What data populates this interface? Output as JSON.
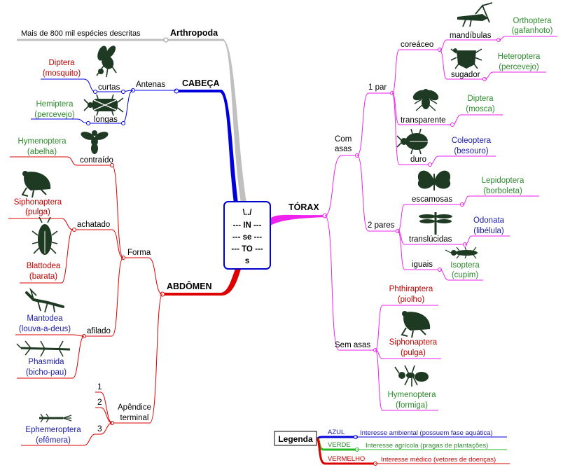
{
  "root": {
    "lines": [
      "\\../",
      "--- IN ---",
      "--- se ---",
      "--- TO ---",
      "s"
    ]
  },
  "top": {
    "arthropoda": "Arthropoda",
    "species": "Mais de 800 mil espécies descritas"
  },
  "head": {
    "title": "CABEÇA",
    "antenas": "Antenas",
    "curtas": "curtas",
    "longas": "longas",
    "diptera_order": "Diptera",
    "diptera_common": "(mosquito)",
    "hemiptera_order": "Hemiptera",
    "hemiptera_common": "(percevejo)"
  },
  "abdomen": {
    "title": "ABDÔMEN",
    "forma": "Forma",
    "contraido": "contraído",
    "achatado": "achatado",
    "afilado": "afilado",
    "hymenoptera_order": "Hymenoptera",
    "hymenoptera_common": "(abelha)",
    "siphonaptera_order": "Siphonaptera",
    "siphonaptera_common": "(pulga)",
    "blattodea_order": "Blattodea",
    "blattodea_common": "(barata)",
    "mantodea_order": "Mantodea",
    "mantodea_common": "(louva-a-deus)",
    "phasmida_order": "Phasmida",
    "phasmida_common": "(bicho-pau)",
    "apendice_1": "Apêndice",
    "apendice_2": "terminal",
    "n1": "1",
    "n2": "2",
    "n3": "3",
    "ephemeroptera_order": "Ephemeroptera",
    "ephemeroptera_common": "(efêmera)"
  },
  "thorax": {
    "title": "TÓRAX",
    "com_asas_1": "Com",
    "com_asas_2": "asas",
    "um_par": "1 par",
    "dois_pares": "2 pares",
    "coreaceo": "coreáceo",
    "mandibulas": "mandíbulas",
    "sugador": "sugador",
    "transparente": "transparente",
    "duro": "duro",
    "escamosas": "escamosas",
    "translucidas": "translúcidas",
    "iguais": "iguais",
    "orthoptera_order": "Orthoptera",
    "orthoptera_common": "(gafanhoto)",
    "heteroptera_order": "Heteroptera",
    "heteroptera_common": "(percevejo)",
    "diptera_order": "Diptera",
    "diptera_common": "(mosca)",
    "coleoptera_order": "Coleoptera",
    "coleoptera_common": "(besouro)",
    "lepidoptera_order": "Lepidoptera",
    "lepidoptera_common": "(borboleta)",
    "odonata_order": "Odonata",
    "odonata_common": "(libélula)",
    "isoptera_order": "Isoptera",
    "isoptera_common": "(cupim)",
    "sem_asas": "Sem asas",
    "phthiraptera_order": "Phthiraptera",
    "phthiraptera_common": "(piolho)",
    "siphonaptera_order": "Siphonaptera",
    "siphonaptera_common": "(pulga)",
    "hymenoptera_order": "Hymenoptera",
    "hymenoptera_common": "(formiga)"
  },
  "legend": {
    "title": "Legenda",
    "azul": "AZUL",
    "azul_desc": "Interesse ambiental (possuem fase aquática)",
    "verde": "VERDE",
    "verde_desc": "Interesse agrícola (pragas de plantações)",
    "vermelho": "VERMELHO",
    "vermelho_desc": "Interesse médico (vetores de doenças)"
  },
  "colors": {
    "head": "#0000dd",
    "abdomen": "#dd0000",
    "thorax": "#ee22ee",
    "arthropoda": "#c0c0c0",
    "insect": "#1e3a22",
    "green_text": "#2e8b2e",
    "red_text": "#c00000",
    "blue_text": "#1a1aa8"
  }
}
